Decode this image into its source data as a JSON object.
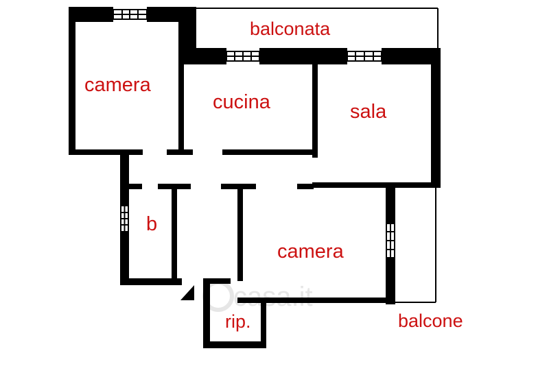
{
  "rooms": {
    "balconata": "balconata",
    "camera_top": "camera",
    "cucina": "cucina",
    "sala": "sala",
    "bagno": "b",
    "camera_bottom": "camera",
    "ripostiglio": "rip.",
    "balcone": "balcone"
  },
  "watermark": "casa.it",
  "colors": {
    "wall": "#000000",
    "label": "#cc1111",
    "background": "#ffffff",
    "watermark": "#e6e6e6"
  }
}
